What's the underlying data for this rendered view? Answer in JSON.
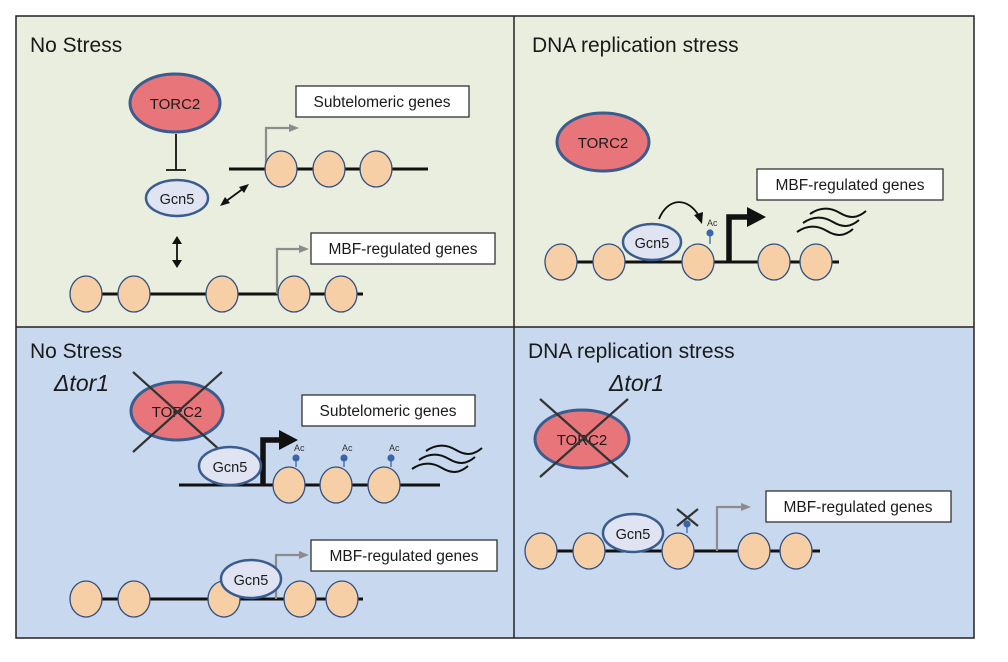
{
  "colors": {
    "panel_normal": "#eaeedf",
    "panel_mutant": "#c7d8ef",
    "torc2_fill": "#e8757a",
    "outline_blue": "#3a5d8f",
    "nucleosome_fill": "#f6cfa7",
    "gcn5_fill": "#dfe3f2",
    "acetyl_dot": "#3a65a8"
  },
  "panels": [
    {
      "title": "No Stress",
      "mutant": "",
      "torc2": "TORC2",
      "gcn5": [
        "Gcn5"
      ],
      "genes": [
        "Subtelomeric genes",
        "MBF-regulated genes"
      ]
    },
    {
      "title": "DNA replication stress",
      "mutant": "",
      "torc2": "TORC2",
      "gcn5": [
        "Gcn5"
      ],
      "genes": [
        "MBF-regulated genes"
      ],
      "ac": [
        "Ac"
      ]
    },
    {
      "title": "No Stress",
      "mutant": "Δtor1",
      "torc2": "TORC2",
      "gcn5": [
        "Gcn5",
        "Gcn5"
      ],
      "genes": [
        "Subtelomeric genes",
        "MBF-regulated genes"
      ],
      "ac": [
        "Ac",
        "Ac",
        "Ac"
      ]
    },
    {
      "title": "DNA replication stress",
      "mutant": "Δtor1",
      "torc2": "TORC2",
      "gcn5": [
        "Gcn5"
      ],
      "genes": [
        "MBF-regulated genes"
      ]
    }
  ]
}
